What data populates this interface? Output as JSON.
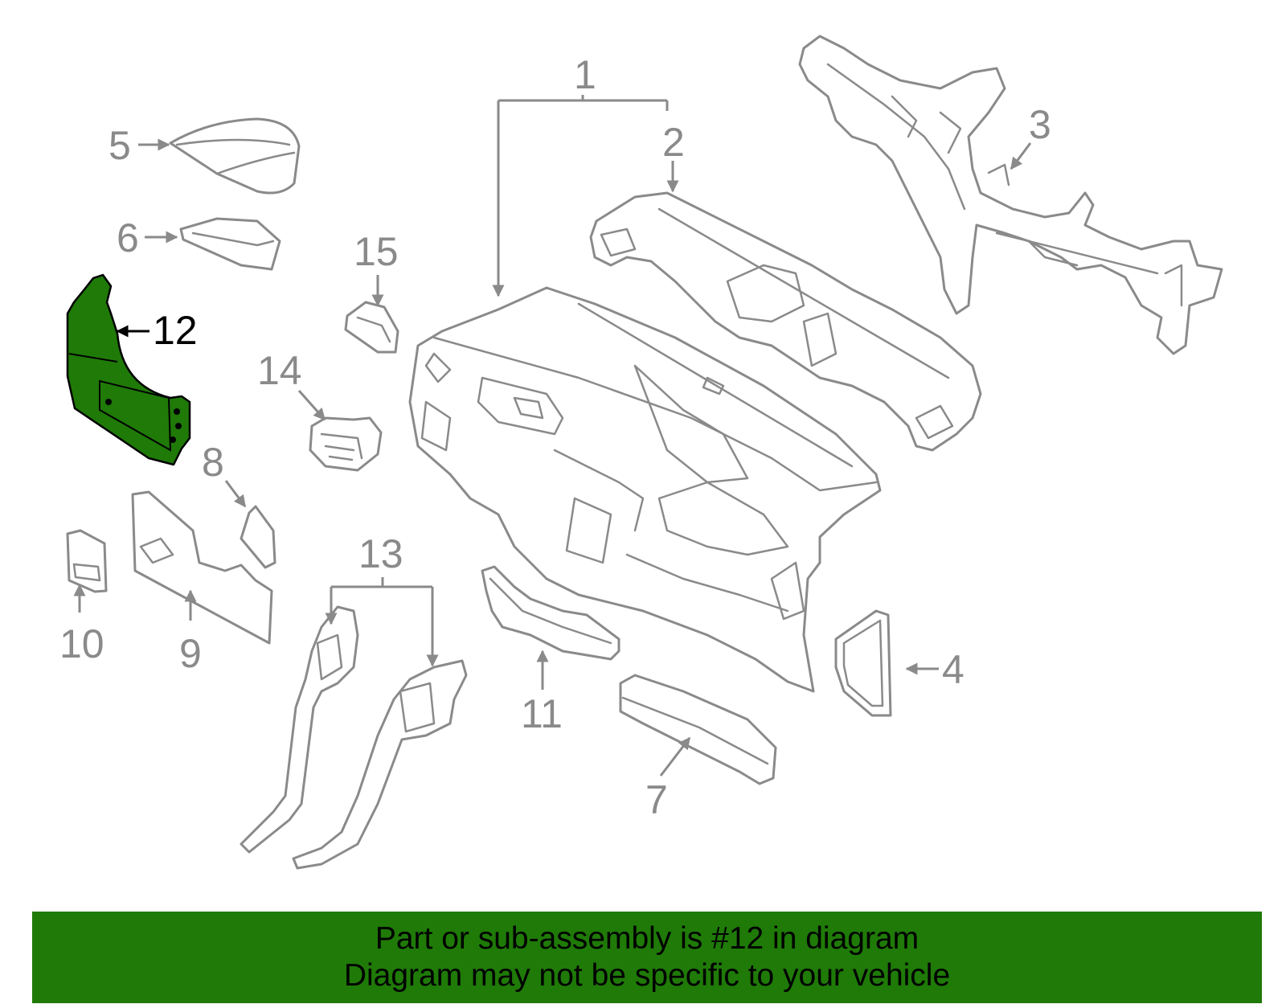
{
  "diagram": {
    "highlight_color": "#1f7a08",
    "line_color": "#8a8a8a",
    "callouts": {
      "c1": "1",
      "c2": "2",
      "c3": "3",
      "c4": "4",
      "c5": "5",
      "c6": "6",
      "c7": "7",
      "c8": "8",
      "c9": "9",
      "c10": "10",
      "c11": "11",
      "c12": "12",
      "c13": "13",
      "c14": "14",
      "c15": "15"
    }
  },
  "banner": {
    "line1": "Part or sub-assembly is #12 in diagram",
    "line2": "Diagram may not be specific to your vehicle",
    "background": "#1f7a08"
  }
}
